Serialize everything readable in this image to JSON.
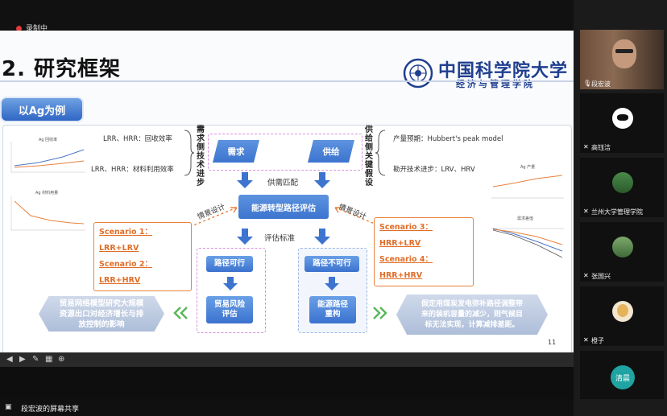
{
  "recording": {
    "label": "录制中"
  },
  "slide": {
    "title": "2. 研究框架",
    "logo": {
      "name_cn": "中国科学院大学",
      "school": "经济与管理学院"
    },
    "tab_label": "以Ag为例",
    "page_number": "11",
    "thumbs": {
      "top_left_title": "Ag 回收率",
      "bottom_left_title": "Ag 材料用量",
      "top_right_title": "Ag 产量",
      "bottom_right_title": "需求差值"
    },
    "left_notes": {
      "recovery": "LRR、HRR：回收效率",
      "material": "LRR、HRR：材料利用效率"
    },
    "right_notes": {
      "production": "产量预期：Hubbert's peak model",
      "tech": "勘开技术进步：LRV、HRV"
    },
    "side_vertical": {
      "demand": "需求侧技术进步",
      "supply": "供给侧关键假设"
    },
    "pills": {
      "demand": "需求",
      "supply": "供给"
    },
    "match_label": "供需匹配",
    "center_box": "能源转型路径评估",
    "scenario_design_left": "情景设计",
    "scenario_design_right": "情景设计",
    "eval_label": "评估标准",
    "scenarios_left": [
      "Scenario 1：LRR+LRV",
      "Scenario 2：LRR+HRV"
    ],
    "scenarios_right": [
      "Scenario 3：HRR+LRV",
      "Scenario 4：HRR+HRV"
    ],
    "feasible": "路径可行",
    "infeasible": "路径不可行",
    "trade_risk": "贸易风险\n评估",
    "reconstruct": "能源路径\n重构",
    "left_hex": "贸易网络模型研究大规模\n资源出口对经济增长与排\n放控制的影响",
    "right_hex": "假定用煤炭发电弥补路径调整带\n来的装机容量的减少，则气候目\n标无法实现，计算减排差距。"
  },
  "participants": [
    {
      "name": "段宏波"
    },
    {
      "name": "高钰洁"
    },
    {
      "name": "兰州大学管理学院"
    },
    {
      "name": "张国兴"
    },
    {
      "name": "橙子"
    },
    {
      "name": "清晨"
    }
  ],
  "share_banner": "段宏波的屏幕共享",
  "colors": {
    "accent": "#3c74cf",
    "orange": "#e8823e",
    "pink_dash": "#d98fe0",
    "recording": "#e23b3b"
  }
}
